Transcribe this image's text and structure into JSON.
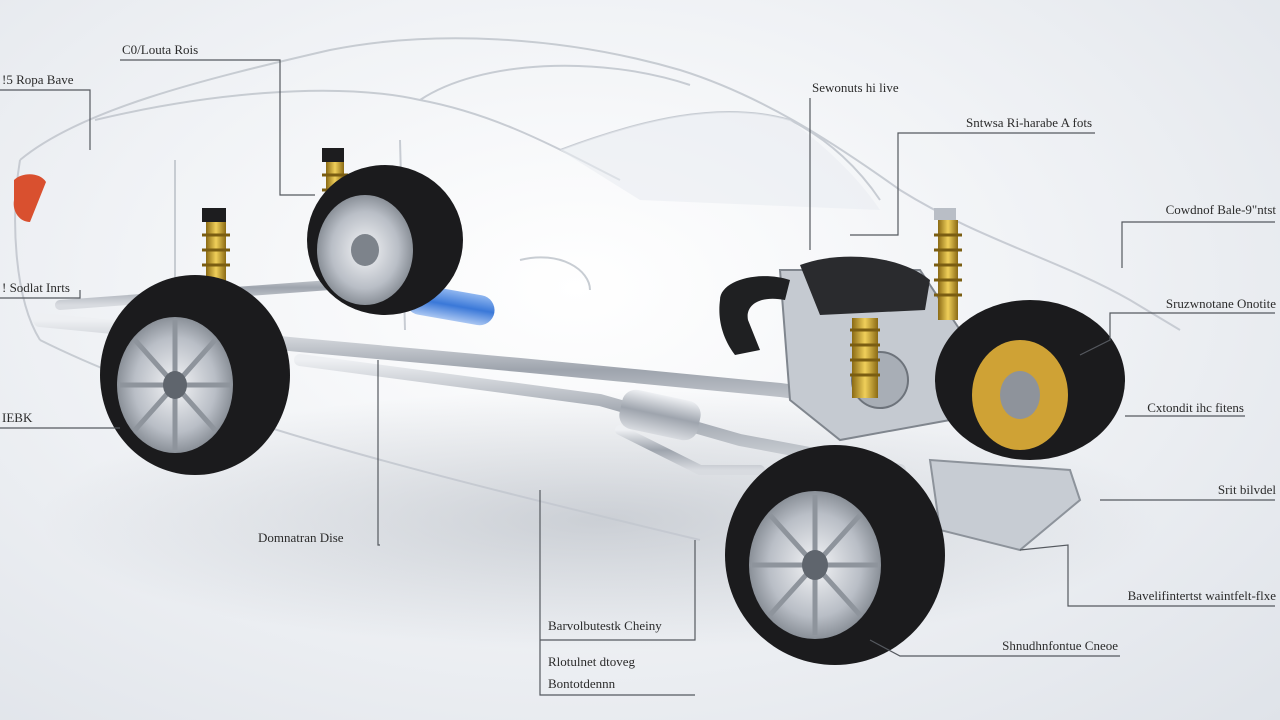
{
  "labels": {
    "top_left_a": "C0/Louta Rois",
    "top_left_b": "!5 Ropa Bave",
    "left_mid": "! Sodlat Inrts",
    "left_low": "IEBK",
    "bottom_center": "Domnatran Dise",
    "top_center": "Sewonuts hi live",
    "right_1": "Sntwsa Ri-harabe A fots",
    "right_2": "Cowdnof Bale-9\"ntst",
    "right_3": "Sruzwnotane Onotite",
    "right_4": "Cxtondit ihc fitens",
    "right_5": "Srit bilvdel",
    "right_6": "Bavelifintertst waintfelt-flxe",
    "bottom_right": "Shnudhnfontue Cneoe",
    "bottom_mid_1": "Barvolbutestk Cheiny",
    "bottom_mid_2a": "Rlotulnet dtoveg",
    "bottom_mid_2b": "Bontotdennn"
  },
  "colors": {
    "tire": "#1b1b1d",
    "rim": "#c9ccd2",
    "chrome": "#b8bdc6",
    "spring": "#c9a227",
    "blue_pipe": "#3a78d8",
    "taillight": "#d9502f",
    "leader": "#55595f"
  }
}
